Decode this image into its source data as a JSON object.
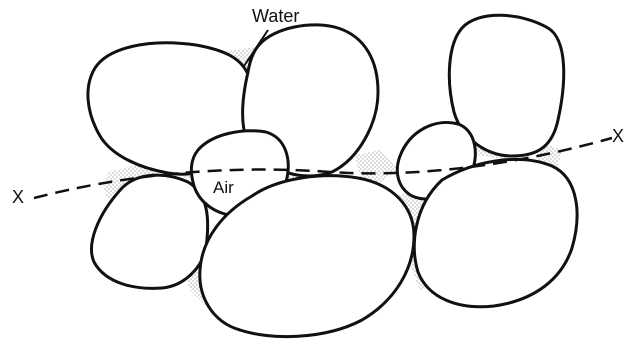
{
  "labels": {
    "water": "Water",
    "air": "Air",
    "left_x": "X",
    "right_x": "X"
  },
  "colors": {
    "outline": "#111111",
    "water_stipple": "#8c8c8c",
    "background": "#ffffff"
  }
}
